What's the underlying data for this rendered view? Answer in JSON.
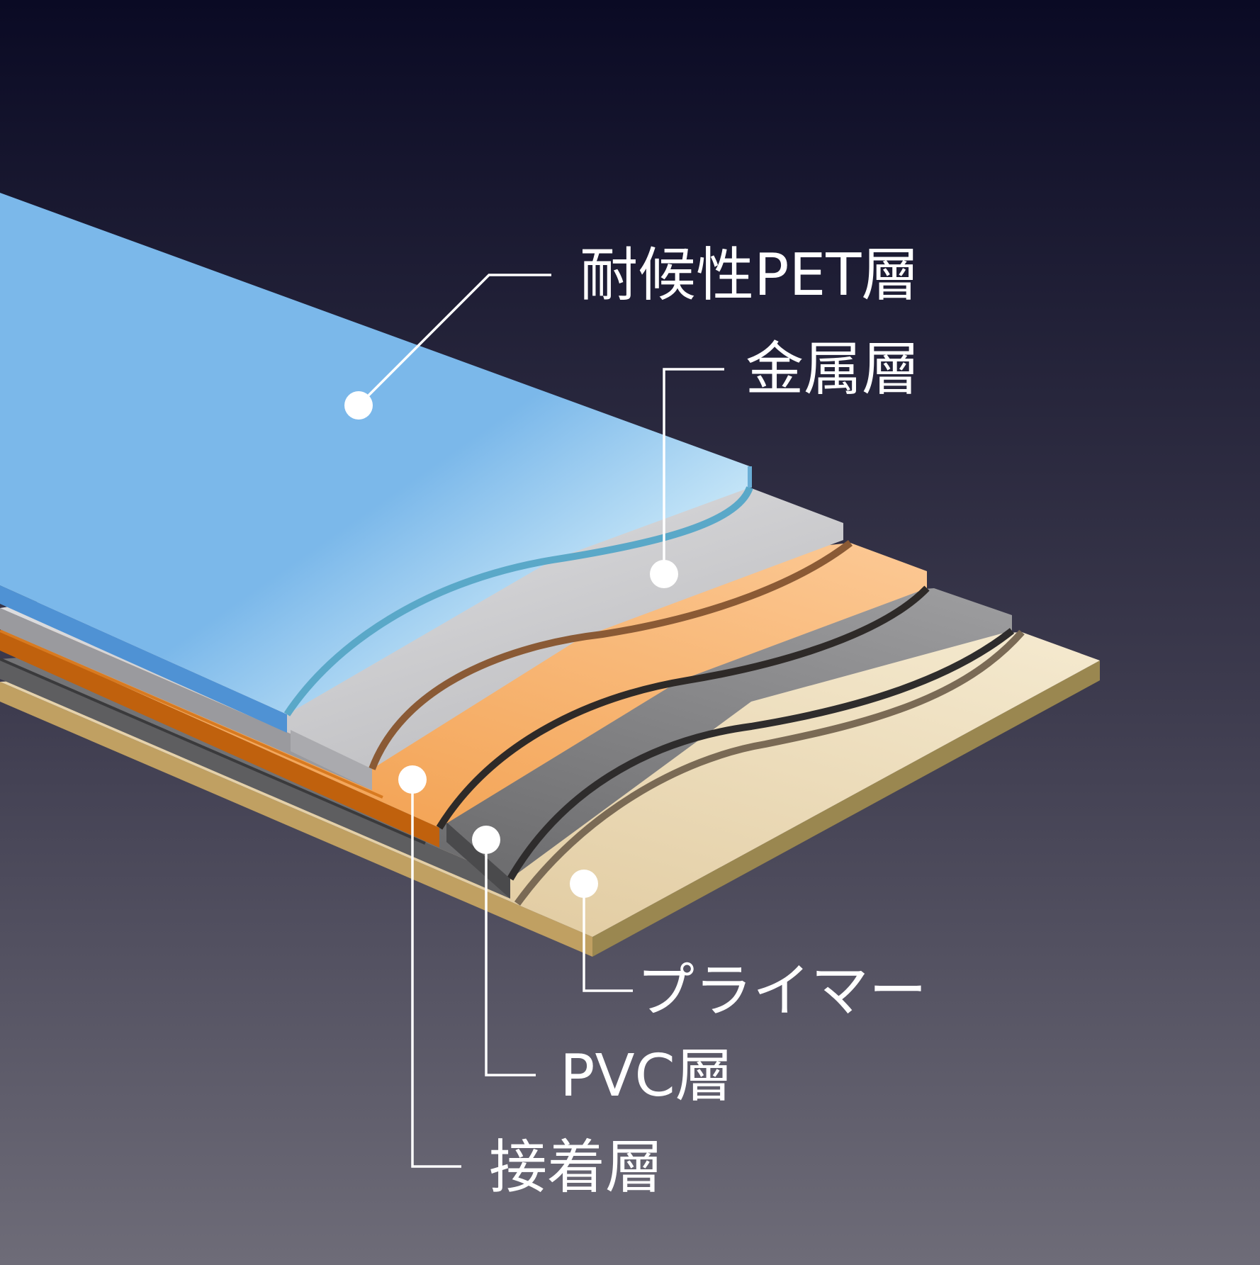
{
  "layers": [
    {
      "id": "pet",
      "label": "耐候性PET層",
      "color": "#7bb8ea"
    },
    {
      "id": "metal",
      "label": "金属層",
      "color": "#cfcfd2"
    },
    {
      "id": "adhesive",
      "label": "接着層",
      "color": "#f5a95c"
    },
    {
      "id": "pvc",
      "label": "PVC層",
      "color": "#7a7a7c"
    },
    {
      "id": "primer",
      "label": "プライマー",
      "color": "#ead9b2"
    }
  ],
  "background": {
    "top": "#0a0a24",
    "bottom": "#6e6c78"
  }
}
